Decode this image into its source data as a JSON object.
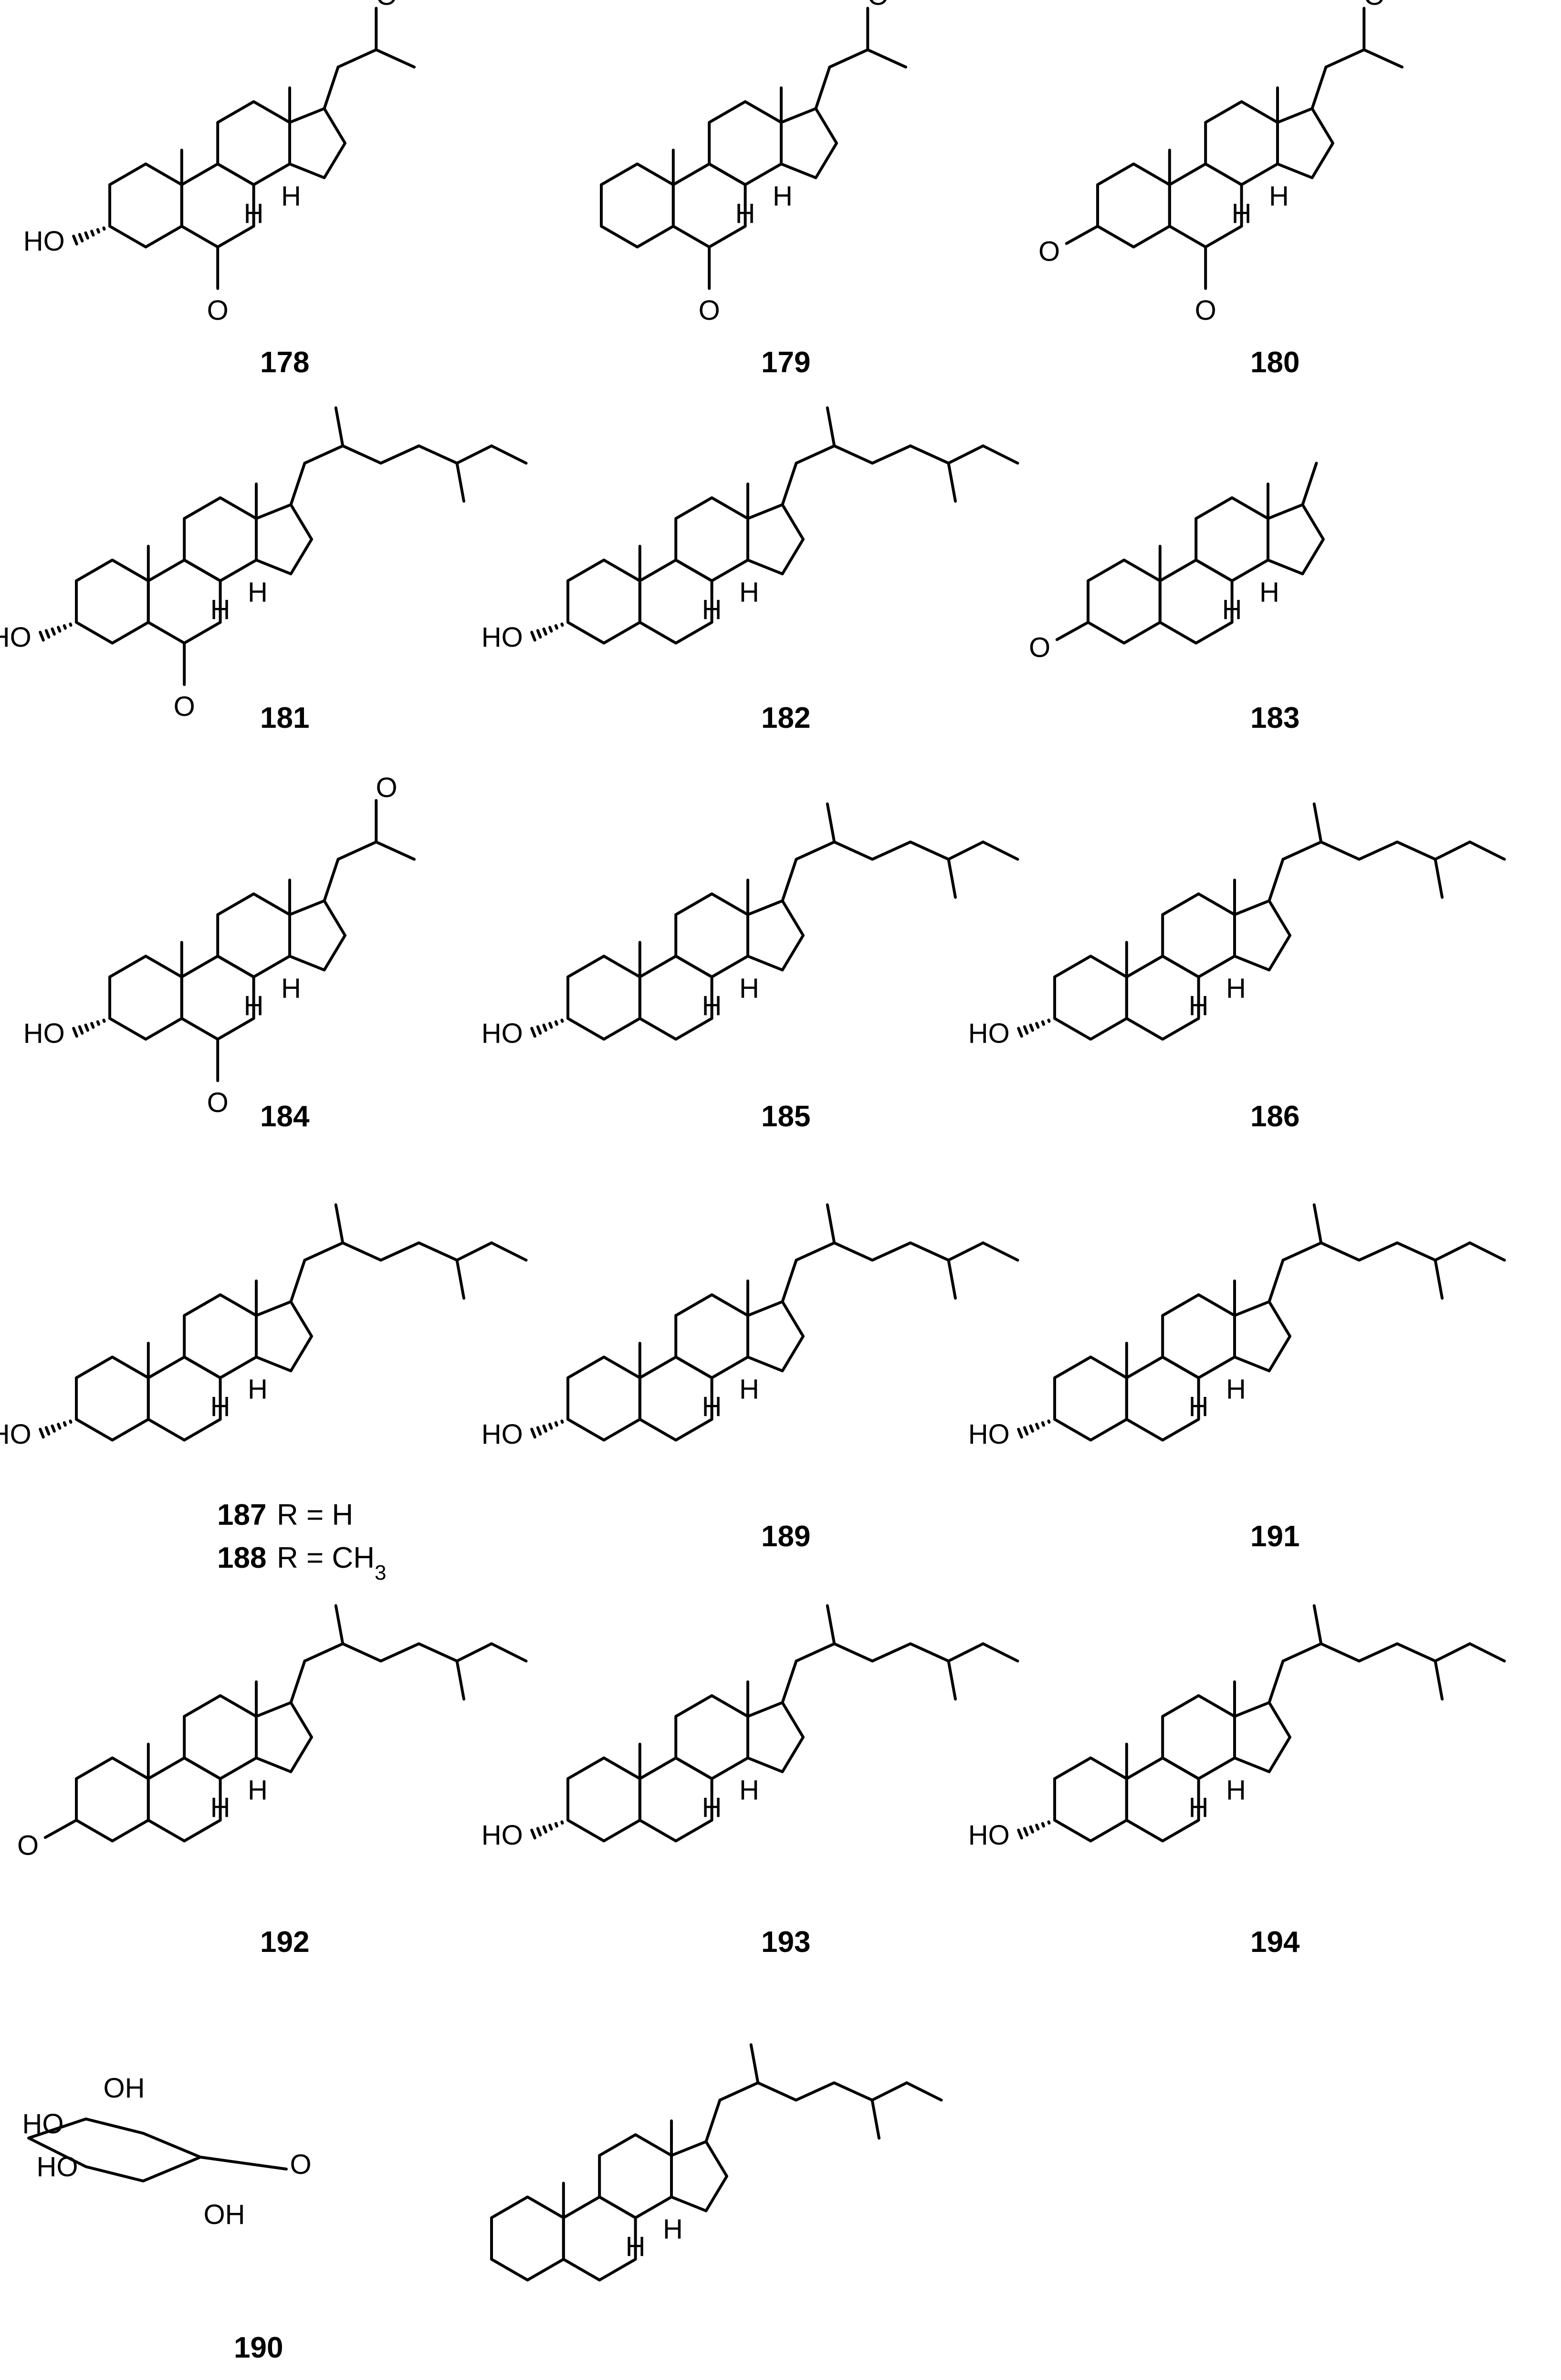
{
  "figure": {
    "compounds": [
      {
        "id": "178",
        "label": "178"
      },
      {
        "id": "179",
        "label": "179"
      },
      {
        "id": "180",
        "label": "180"
      },
      {
        "id": "181",
        "label": "181"
      },
      {
        "id": "182",
        "label": "182"
      },
      {
        "id": "183",
        "label": "183"
      },
      {
        "id": "184",
        "label": "184"
      },
      {
        "id": "185",
        "label": "185"
      },
      {
        "id": "186",
        "label": "186"
      },
      {
        "id": "187",
        "label": "187",
        "suffix": "R = H"
      },
      {
        "id": "188",
        "label": "188",
        "suffix": "R = CH3"
      },
      {
        "id": "189",
        "label": "189"
      },
      {
        "id": "191",
        "label": "191"
      },
      {
        "id": "192",
        "label": "192"
      },
      {
        "id": "193",
        "label": "193"
      },
      {
        "id": "194",
        "label": "194"
      },
      {
        "id": "190",
        "label": "190"
      }
    ],
    "atom_labels": {
      "OH": "OH",
      "HO": "HO",
      "H": "H",
      "O": "O"
    }
  }
}
